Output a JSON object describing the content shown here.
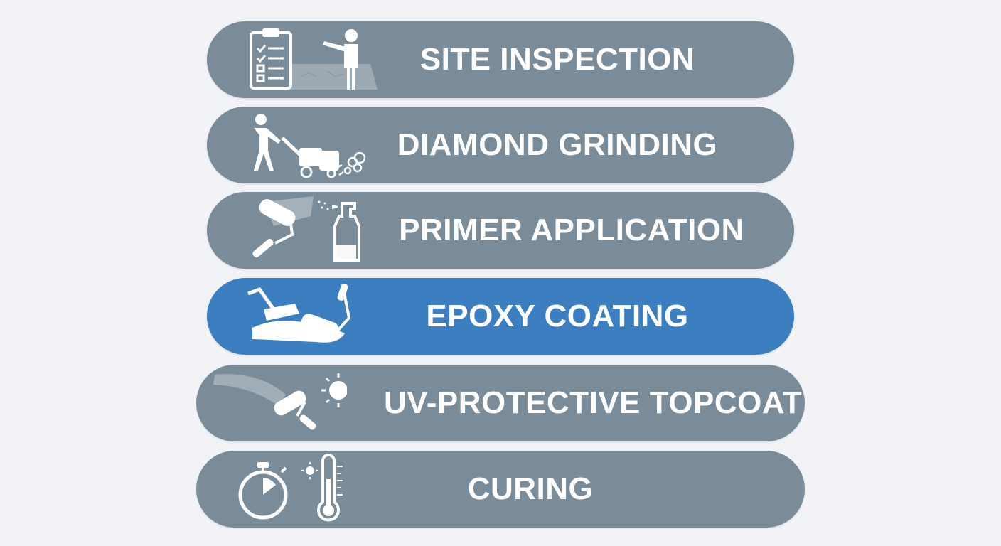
{
  "steps": [
    {
      "label": "SITE INSPECTION",
      "icons": [
        "clipboard-checklist-icon",
        "inspector-pointing-icon"
      ]
    },
    {
      "label": "DIAMOND GRINDING",
      "icons": [
        "worker-with-grinder-icon",
        "dust-cloud-icon"
      ]
    },
    {
      "label": "PRIMER APPLICATION",
      "icons": [
        "paint-roller-icon",
        "spray-bottle-icon"
      ]
    },
    {
      "label": "EPOXY COATING",
      "icons": [
        "squeegee-icon",
        "paint-roller-icon"
      ]
    },
    {
      "label": "UV-PROTECTIVE TOPCOAT",
      "icons": [
        "paint-roller-icon",
        "sun-icon"
      ]
    },
    {
      "label": "CURING",
      "icons": [
        "stopwatch-icon",
        "thermometer-icon"
      ]
    }
  ],
  "colors": {
    "background": "#f1f3f6",
    "step": "#7a8c99",
    "active_step": "#3c7fc1",
    "text": "#ffffff"
  },
  "active_step_index": 3
}
